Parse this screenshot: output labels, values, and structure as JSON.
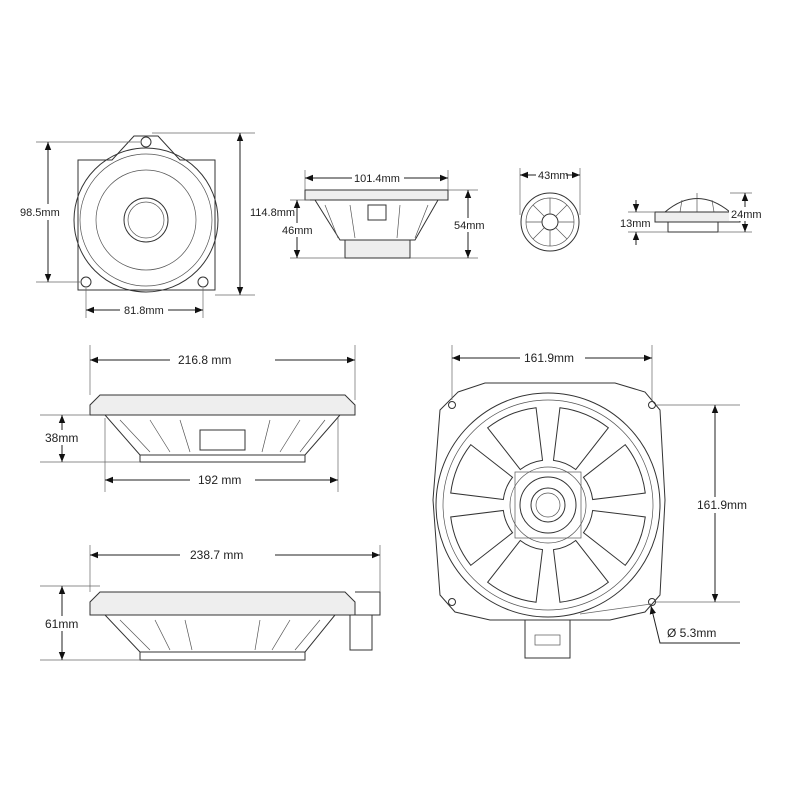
{
  "dimensions": {
    "midrange_front_height": "98.5mm",
    "midrange_front_total_height": "114.8mm",
    "midrange_front_hole_spacing": "81.8mm",
    "midrange_side_width": "101.4mm",
    "midrange_side_depth": "46mm",
    "midrange_side_total_depth": "54mm",
    "tweeter_diameter": "43mm",
    "tweeter_depth": "13mm",
    "tweeter_total_depth": "24mm",
    "woofer_a_width": "216.8 mm",
    "woofer_a_depth": "38mm",
    "woofer_a_basket_width": "192 mm",
    "woofer_b_width": "238.7 mm",
    "woofer_b_depth": "61mm",
    "woofer_front_hole_spacing_h": "161.9mm",
    "woofer_front_hole_spacing_v": "161.9mm",
    "woofer_hole_diameter": "Ø 5.3mm"
  }
}
